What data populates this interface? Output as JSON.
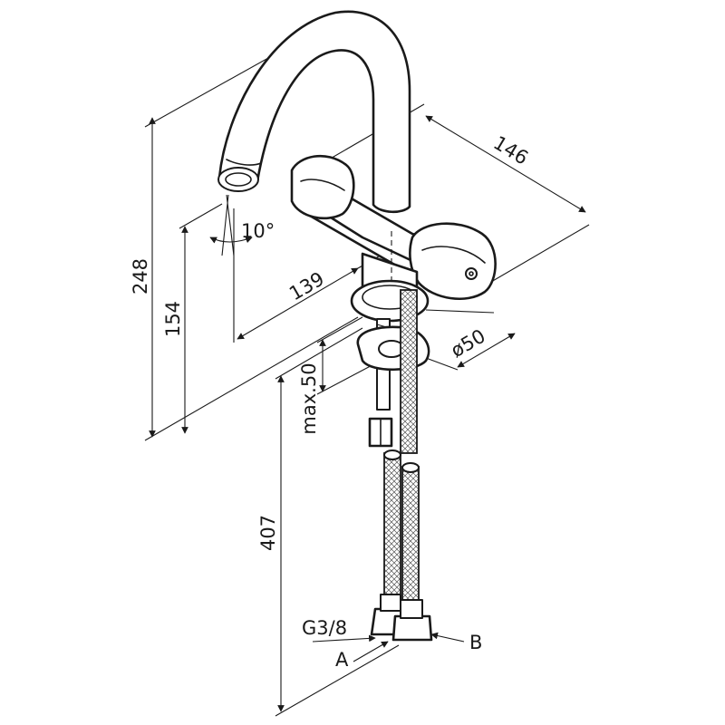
{
  "dimensions": {
    "height_total": "248",
    "height_spout": "154",
    "spout_reach": "139",
    "width_handles": "146",
    "spout_angle": "10°",
    "base_diameter": "ø50",
    "max_thickness": "max.50",
    "hose_length": "407"
  },
  "connections": {
    "thread": "G3/8",
    "inlet_a": "A",
    "inlet_b": "B"
  }
}
